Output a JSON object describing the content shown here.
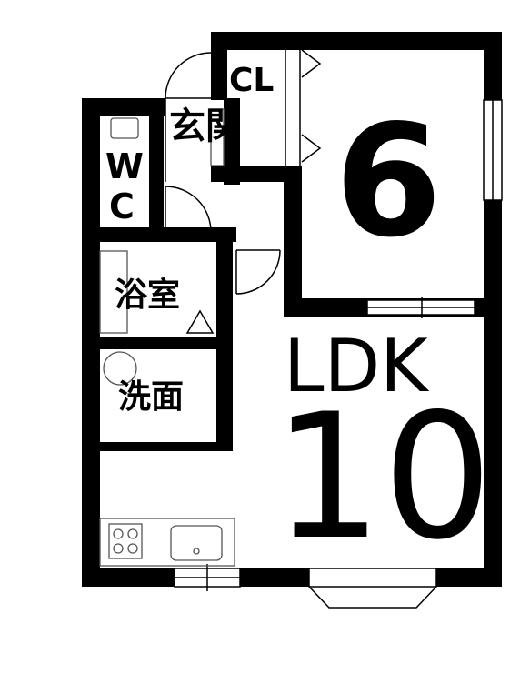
{
  "rooms": {
    "closet": "CL",
    "entrance": "玄関",
    "wc_top": "W",
    "wc_bottom": "C",
    "bath": "浴室",
    "washroom": "洗面",
    "bedroom_size": "6",
    "ldk_label": "LDK",
    "ldk_size": "10"
  },
  "colors": {
    "wall": "#000000",
    "floor": "#ffffff",
    "fixture": "#555555"
  }
}
